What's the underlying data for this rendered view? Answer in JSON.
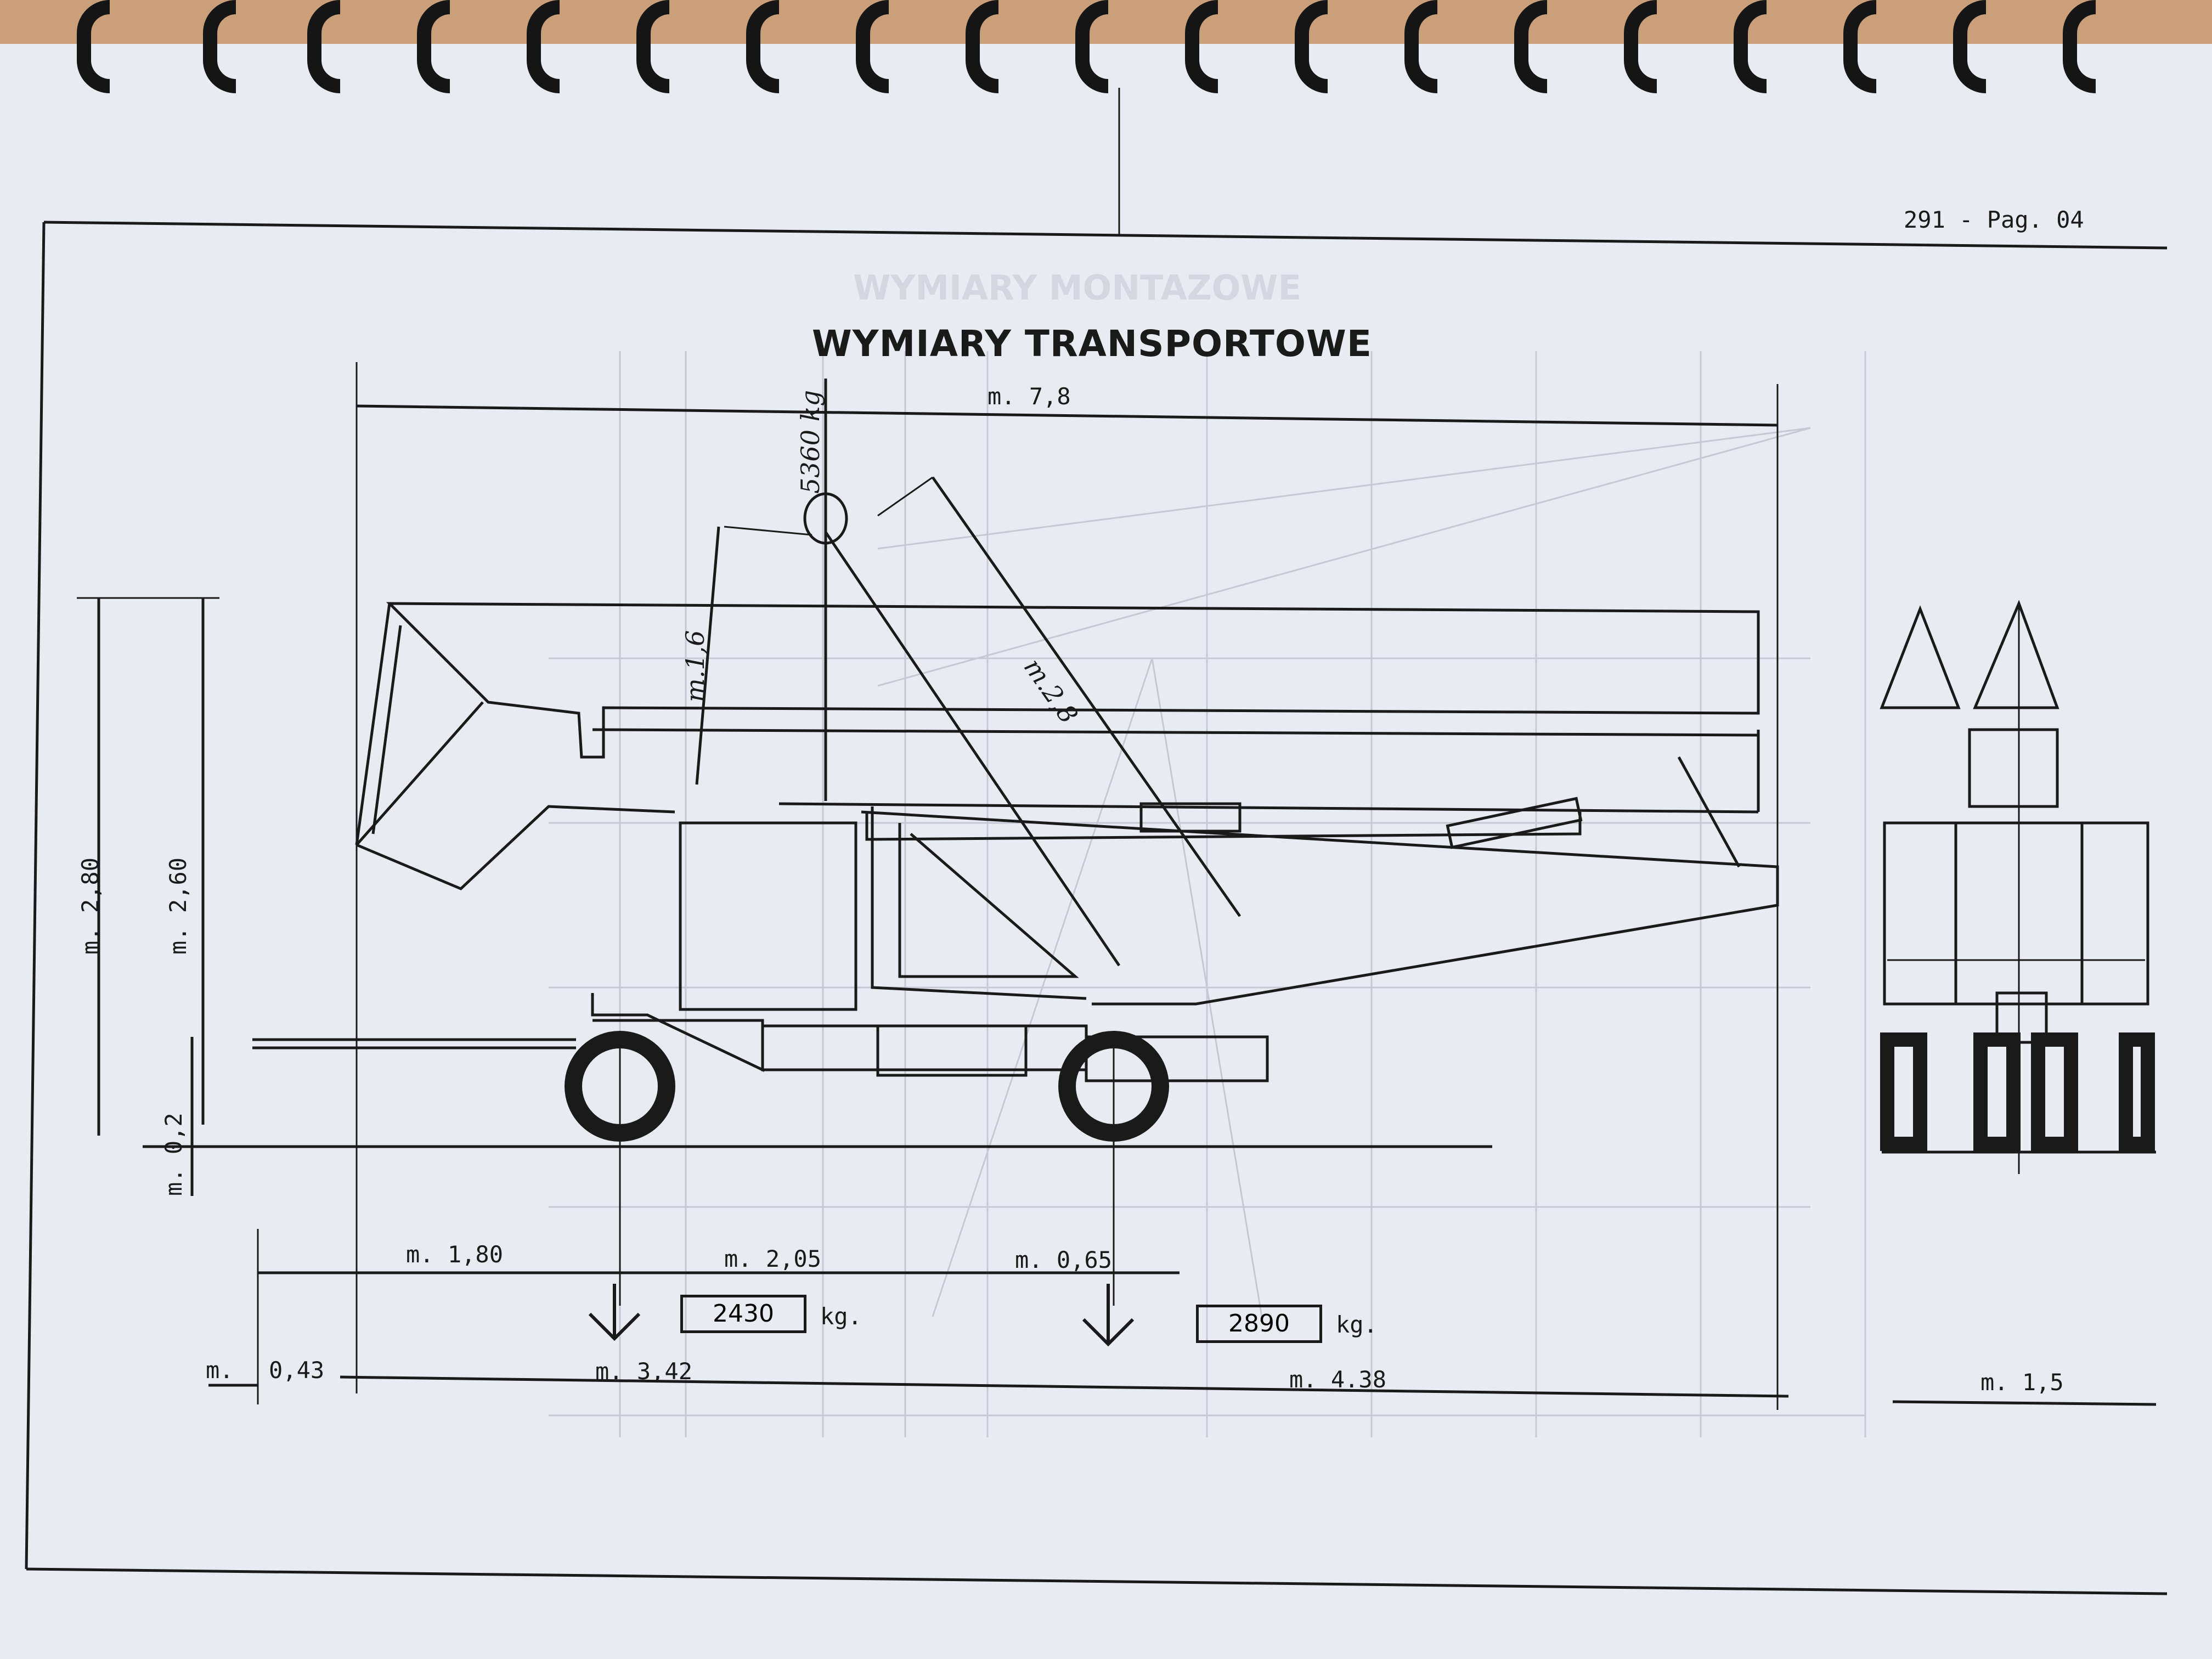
{
  "page_number": "291 - Pag. 04",
  "title": "WYMIARY TRANSPORTOWE",
  "background_title": "WYMIARY MONTAZOWE",
  "dimensions": {
    "overall_length": "m. 7,8",
    "height_total": "m. 2,80",
    "height_boom": "m. 2,60",
    "ground_clearance": "m. 0,2",
    "seg_1": "m. 1,80",
    "seg_2": "m. 2,05",
    "seg_3": "m. 0,65",
    "front_overhang": "0,43",
    "front_overhang_unit": "m.",
    "wheelbase_ref": "m. 3,42",
    "rear_length": "m. 4.38",
    "width": "m. 1,5"
  },
  "loads": {
    "front_axle_value": "2430",
    "rear_axle_value": "2890",
    "unit": "kg."
  },
  "handwritten": {
    "hook_weight": "5360 kg",
    "short_arm": "m.1,6",
    "long_arm": "m.2,8"
  },
  "colors": {
    "paper": "#e9ebf3",
    "ink": "#1a1a1a",
    "ghost": "#c6c9d3",
    "table": "#c9a07a"
  }
}
